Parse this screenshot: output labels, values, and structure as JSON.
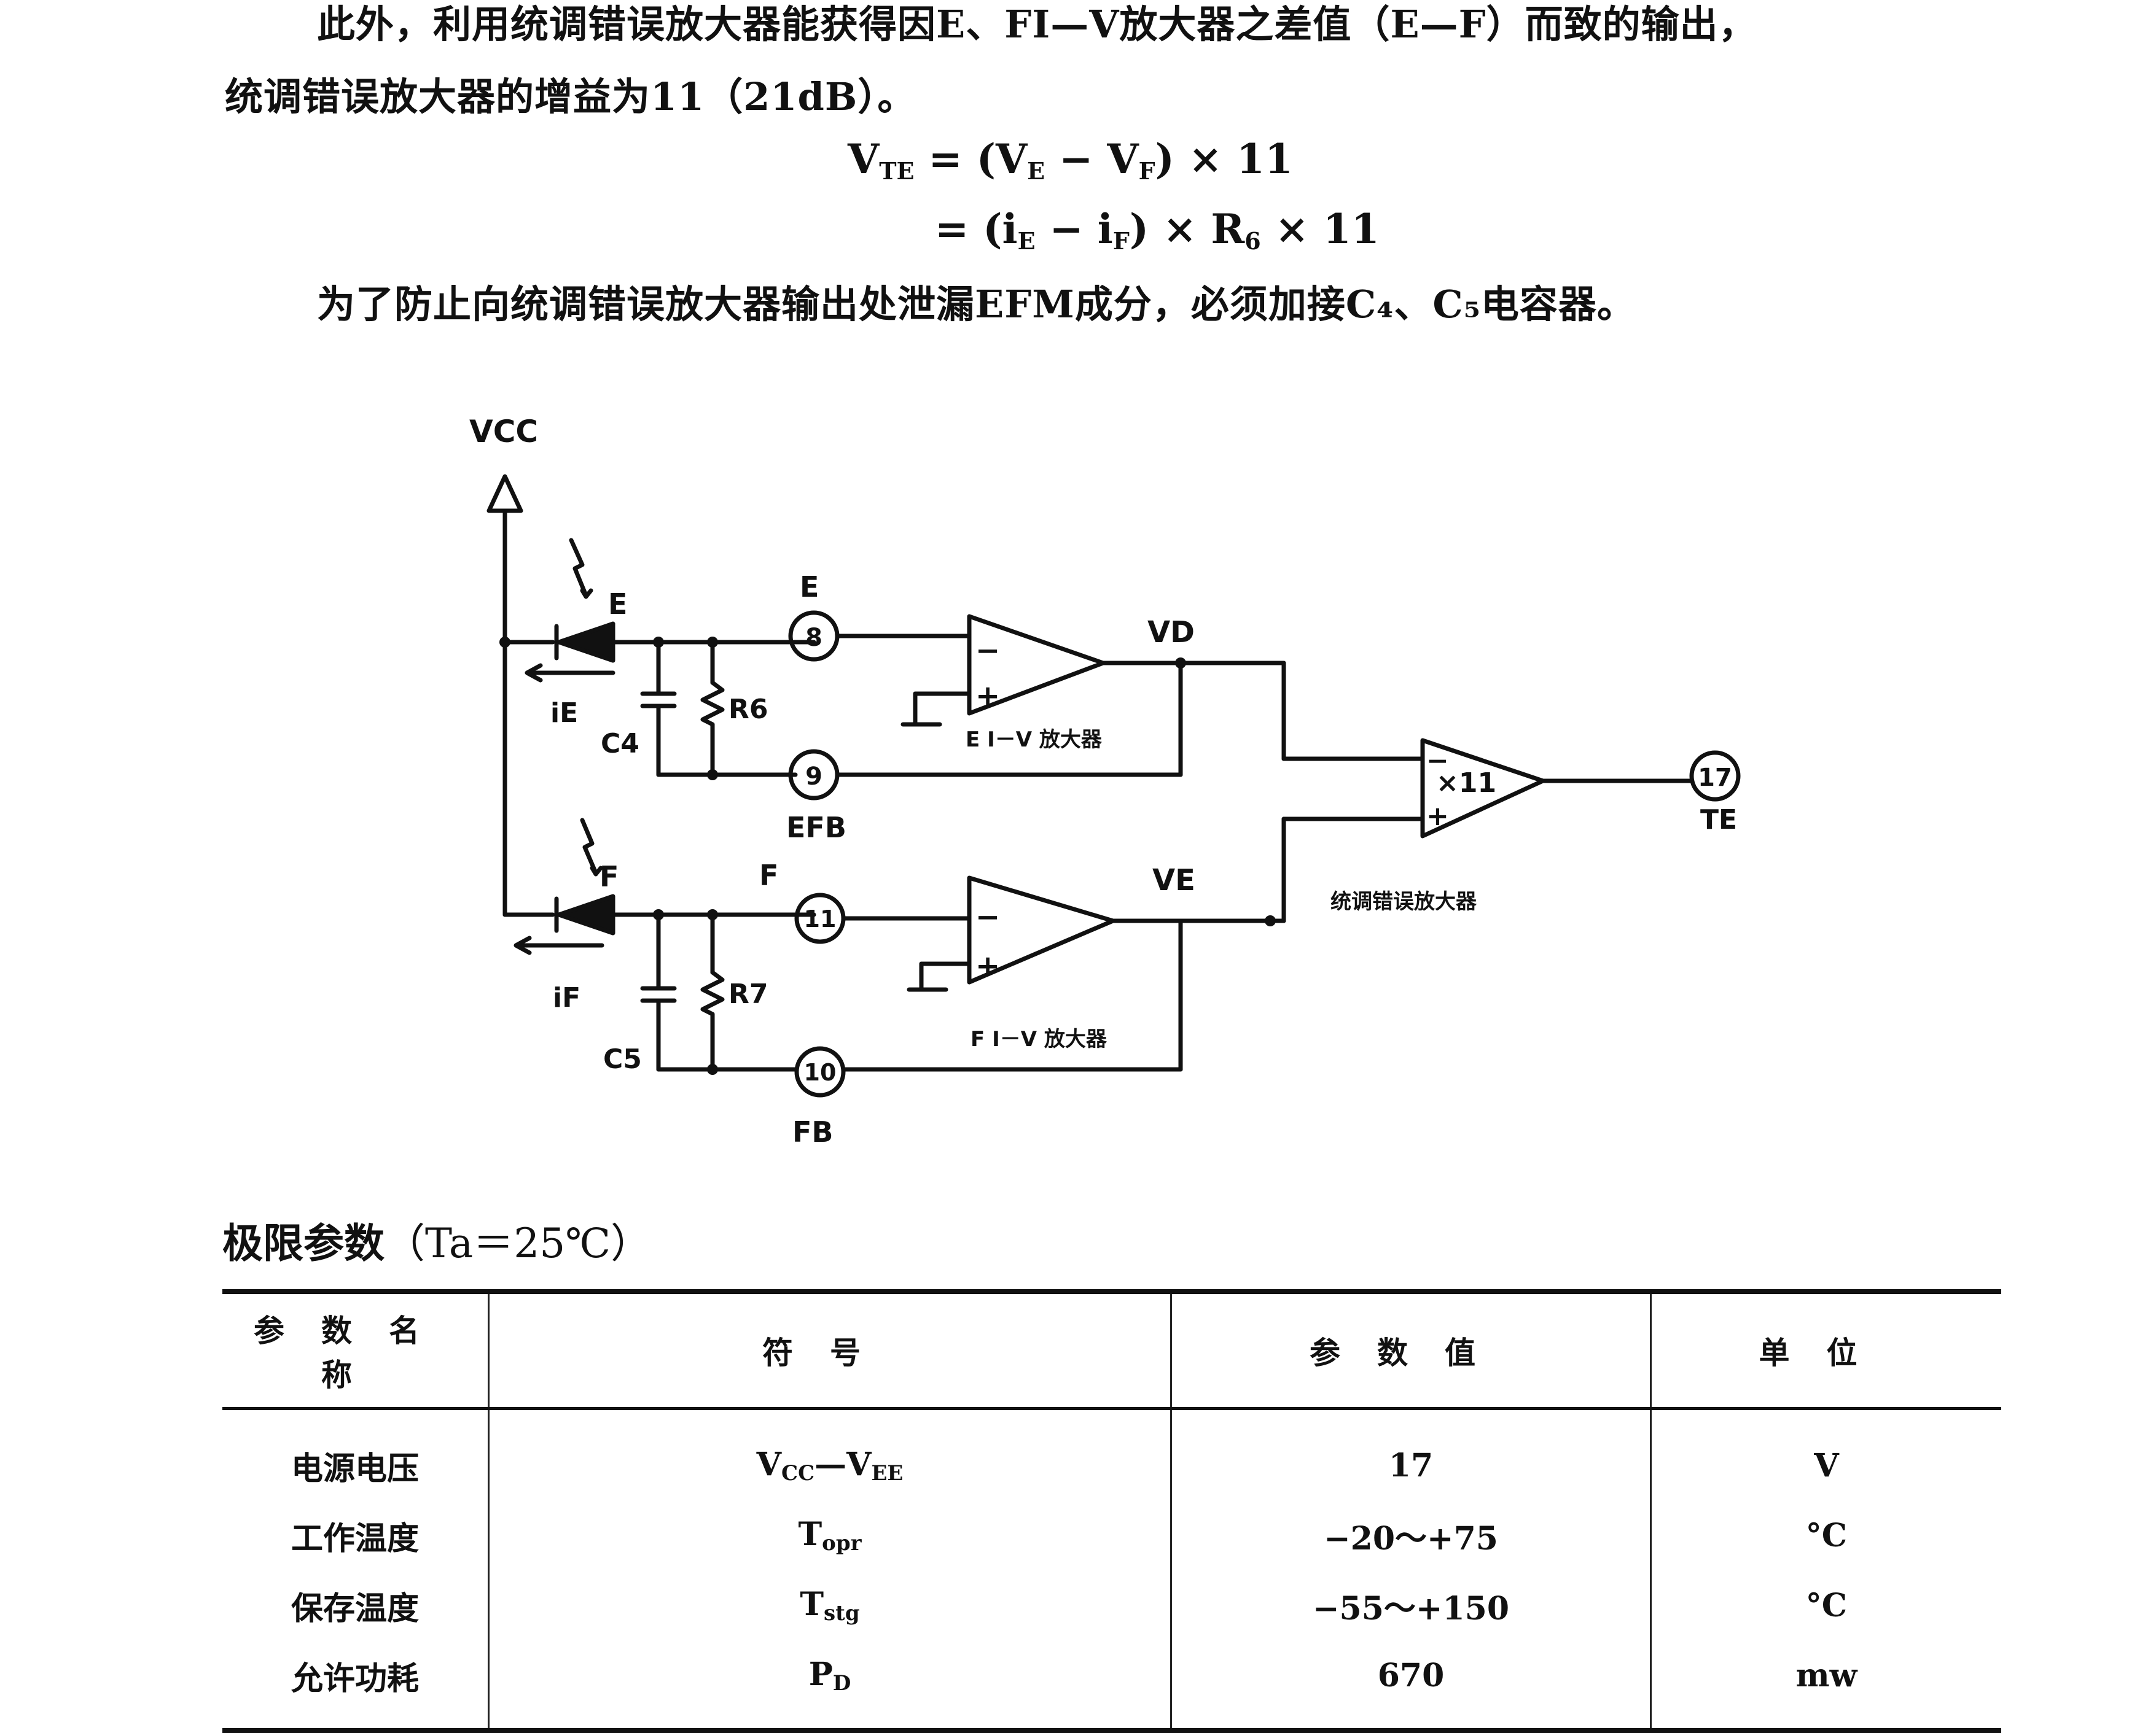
{
  "paragraphs": {
    "p1_line1": "此外，利用统调错误放大器能获得因E、FI—V放大器之差值（E—F）而致的输出，",
    "p1_line2": "统调错误放大器的增益为11（21dB）。",
    "p2": "为了防止向统调错误放大器输出处泄漏EFM成分，必须加接C₄、C₅电容器。"
  },
  "formula": {
    "line1": {
      "lhs": "V",
      "lhs_sub": "TE",
      "eq": " = (V",
      "s1": "E",
      "mid": " − V",
      "s2": "F",
      "tail": ") × 11"
    },
    "line2": {
      "eq": "= (i",
      "s1": "E",
      "mid": " − i",
      "s2": "F",
      "mid2": ") × R",
      "s3": "6",
      "tail": " × 11"
    }
  },
  "circuit": {
    "supply_label": "VCC",
    "diode_e_label": "E",
    "diode_f_label": "F",
    "current_e_label": "iE",
    "current_f_label": "iF",
    "cap_e_label": "C4",
    "cap_f_label": "C5",
    "res_e_label": "R6",
    "res_f_label": "R7",
    "pin_8_name": "E",
    "pin_8": "8",
    "pin_9": "9",
    "pin_9_name": "EFB",
    "pin_11_name": "F",
    "pin_11": "11",
    "pin_10": "10",
    "pin_10_name": "FB",
    "pin_17": "17",
    "pin_17_name": "TE",
    "amp_e_label": "E I－V 放大器",
    "amp_f_label": "F I－V 放大器",
    "amp_te_label": "统调错误放大器",
    "gain_label": "×11",
    "out_vd": "VD",
    "out_ve": "VE"
  },
  "limits": {
    "title": "极限参数",
    "condition": "（Ta＝25℃）",
    "headers": [
      "参数名称",
      "符号",
      "参数值",
      "单位"
    ],
    "rows": [
      {
        "name": "电源电压",
        "symbol": "V",
        "symbol_sub": "CC",
        "symbol_mid": "—V",
        "symbol_sub2": "EE",
        "value": "17",
        "unit": "V"
      },
      {
        "name": "工作温度",
        "symbol": "T",
        "symbol_sub": "opr",
        "value": "−20～+75",
        "unit": "°C"
      },
      {
        "name": "保存温度",
        "symbol": "T",
        "symbol_sub": "stg",
        "value": "−55～+150",
        "unit": "°C"
      },
      {
        "name": "允许功耗",
        "symbol": "P",
        "symbol_sub": "D",
        "value": "670",
        "unit": "mw"
      }
    ]
  }
}
